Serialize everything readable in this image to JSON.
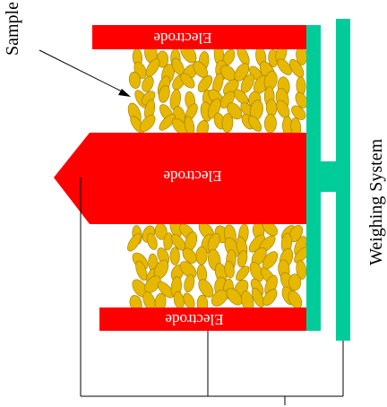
{
  "labels": {
    "sample": "Sample",
    "weighing_system": "Weighing System",
    "electrode_top": "Electrode",
    "electrode_middle": "Electrode",
    "electrode_bottom": "Electrode"
  },
  "colors": {
    "electrode": "#ff0000",
    "frame": "#00cc99",
    "grain_fill": "#e6b800",
    "grain_stroke": "#a07800",
    "wire": "#000000",
    "background": "#ffffff"
  }
}
